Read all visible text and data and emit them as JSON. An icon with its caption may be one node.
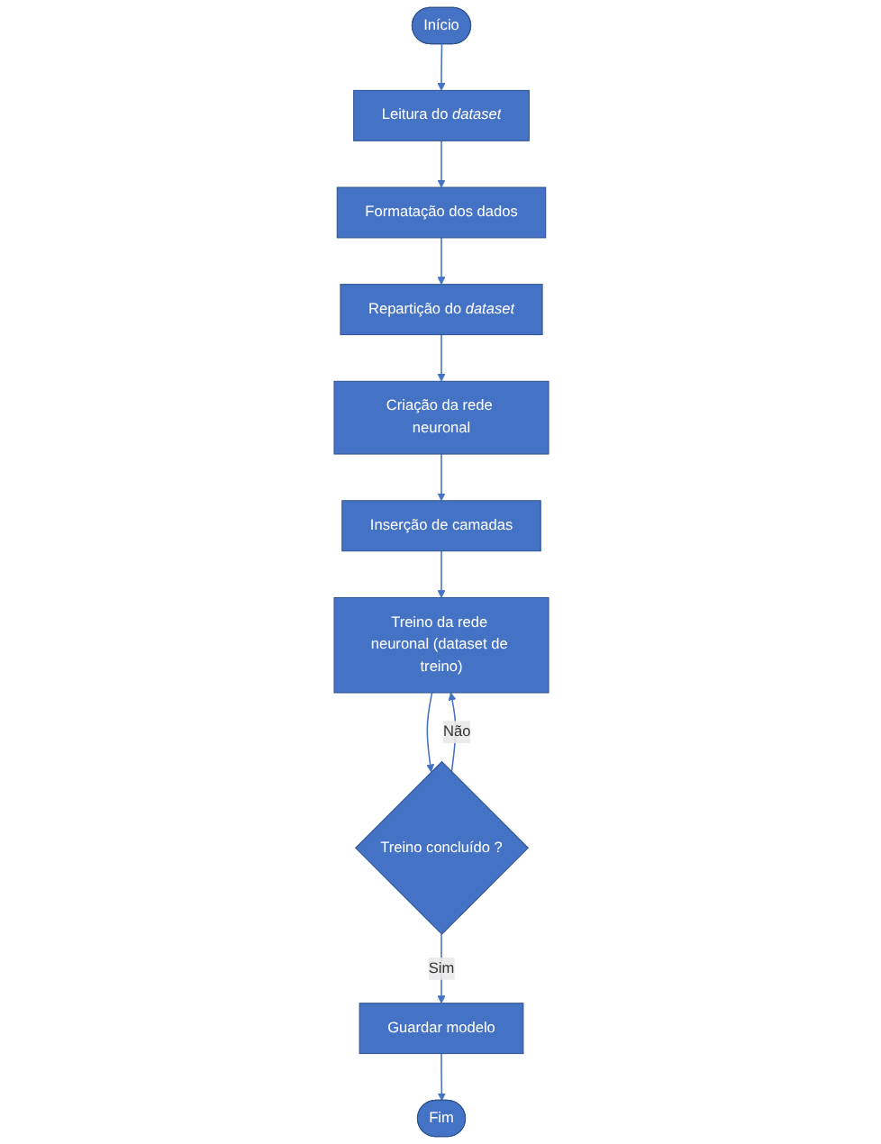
{
  "diagram": {
    "nodes": [
      {
        "text": [
          "Início"
        ]
      },
      {
        "text": [
          "Leitura do *dataset*"
        ]
      },
      {
        "text": [
          "Formatação dos dados"
        ]
      },
      {
        "text": [
          "Repartição do *dataset*"
        ]
      },
      {
        "text": [
          "Criação da rede neuronal"
        ]
      },
      {
        "text": [
          "Inserção de camadas"
        ]
      },
      {
        "text": [
          "Treino da rede neuronal (dataset de treino)"
        ]
      },
      {
        "text": [
          "Treino concluído ?"
        ]
      },
      {
        "text": [
          "Guardar modelo"
        ]
      },
      {
        "text": [
          "Fim"
        ]
      }
    ],
    "edges": [
      {
        "from": 0,
        "to": 1,
        "arrow": "to"
      },
      {
        "from": 1,
        "to": 2,
        "arrow": "to"
      },
      {
        "from": 2,
        "to": 3,
        "arrow": "to"
      },
      {
        "from": 3,
        "to": 4,
        "arrow": "to"
      },
      {
        "from": 4,
        "to": 5,
        "arrow": "to"
      },
      {
        "from": 5,
        "to": 6,
        "arrow": "to"
      },
      {
        "from": 6,
        "to": 7,
        "arrow": "to"
      },
      {
        "from": 7,
        "to": 8,
        "label": "Sim",
        "arrow": "to"
      },
      {
        "from": 7,
        "to": 6,
        "label": "Não",
        "arrow": "to"
      },
      {
        "from": 8,
        "to": 9,
        "arrow": "to"
      }
    ]
  }
}
